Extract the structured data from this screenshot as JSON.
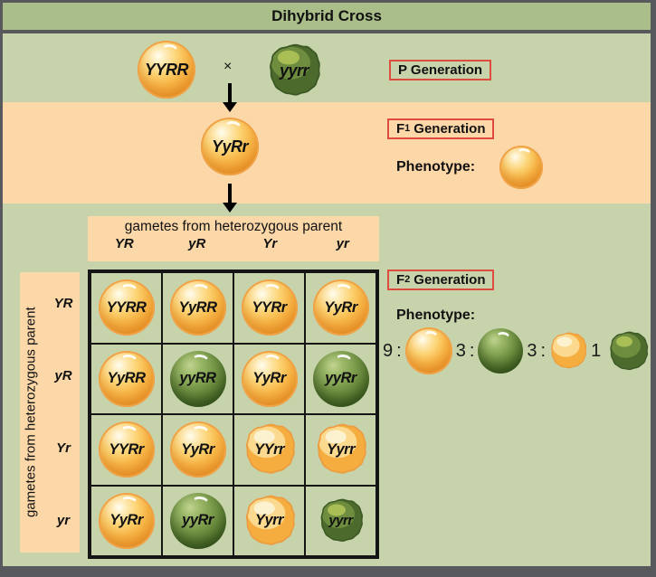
{
  "title": "Dihybrid Cross",
  "p_generation": {
    "label": "P Generation",
    "parent1_genotype": "YYRR",
    "parent1_phenotype": "yellow-round",
    "cross_symbol": "×",
    "parent2_genotype": "yyrr",
    "parent2_phenotype": "green-wrinkled"
  },
  "f1_generation": {
    "label_f": "F",
    "label_sub": "1",
    "label_rest": "Generation",
    "offspring_genotype": "YyRr",
    "offspring_phenotype": "yellow-round",
    "phenotype_label": "Phenotype:",
    "phenotype_pea": "yellow-round"
  },
  "punnett": {
    "top_header": "gametes from heterozygous parent",
    "side_header": "gametes from heterozygous parent",
    "col_labels": [
      "YR",
      "yR",
      "Yr",
      "yr"
    ],
    "row_labels": [
      "YR",
      "yR",
      "Yr",
      "yr"
    ],
    "rows": [
      {
        "cells": [
          {
            "genotype": "YYRR",
            "phenotype": "yellow-round"
          },
          {
            "genotype": "YyRR",
            "phenotype": "yellow-round"
          },
          {
            "genotype": "YYRr",
            "phenotype": "yellow-round"
          },
          {
            "genotype": "YyRr",
            "phenotype": "yellow-round"
          }
        ]
      },
      {
        "cells": [
          {
            "genotype": "YyRR",
            "phenotype": "yellow-round"
          },
          {
            "genotype": "yyRR",
            "phenotype": "green-round"
          },
          {
            "genotype": "YyRr",
            "phenotype": "yellow-round"
          },
          {
            "genotype": "yyRr",
            "phenotype": "green-round"
          }
        ]
      },
      {
        "cells": [
          {
            "genotype": "YYRr",
            "phenotype": "yellow-round"
          },
          {
            "genotype": "YyRr",
            "phenotype": "yellow-round"
          },
          {
            "genotype": "YYrr",
            "phenotype": "yellow-wrinkled"
          },
          {
            "genotype": "Yyrr",
            "phenotype": "yellow-wrinkled"
          }
        ]
      },
      {
        "cells": [
          {
            "genotype": "YyRr",
            "phenotype": "yellow-round"
          },
          {
            "genotype": "yyRr",
            "phenotype": "green-round"
          },
          {
            "genotype": "Yyrr",
            "phenotype": "yellow-wrinkled"
          },
          {
            "genotype": "yyrr",
            "phenotype": "green-wrinkled"
          }
        ]
      }
    ]
  },
  "f2_generation": {
    "label_f": "F",
    "label_sub": "2",
    "label_rest": "Generation",
    "phenotype_label": "Phenotype:",
    "ratio": [
      {
        "count": "9",
        "sep": ":",
        "phenotype": "yellow-round"
      },
      {
        "count": "3",
        "sep": ":",
        "phenotype": "green-round"
      },
      {
        "count": "3",
        "sep": ":",
        "phenotype": "yellow-wrinkled"
      },
      {
        "count": "1",
        "sep": "",
        "phenotype": "green-wrinkled"
      }
    ]
  },
  "colors": {
    "frame": "#58595c",
    "title_bar": "#a9be88",
    "background": "#c7d3ab",
    "band": "#fcd7a8",
    "label_border": "#e04b3f",
    "grid_line": "#151515"
  }
}
